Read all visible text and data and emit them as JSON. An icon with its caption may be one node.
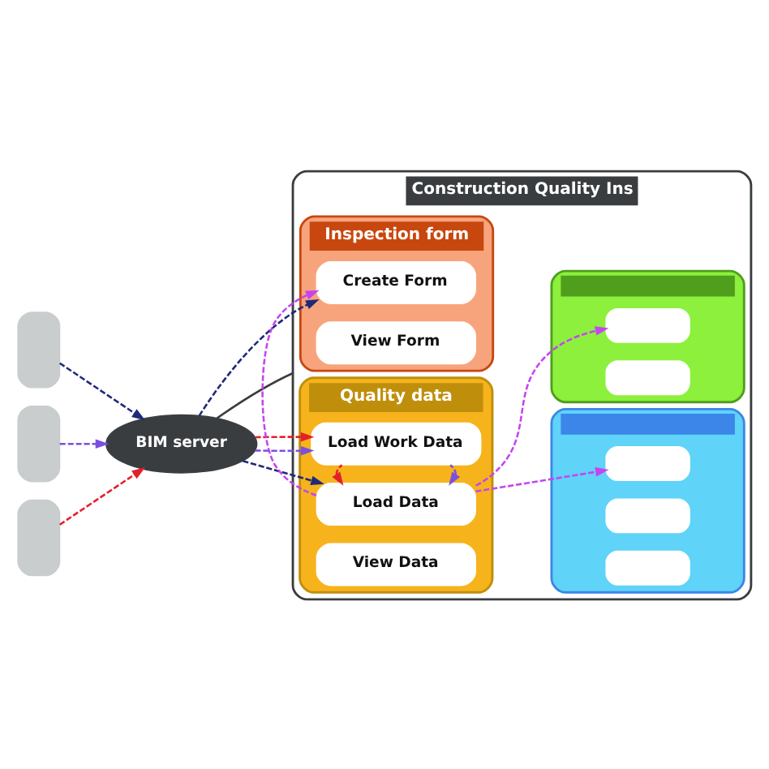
{
  "diagram": {
    "nodes": [
      {
        "text": [],
        "shape": "box"
      },
      {
        "text": [],
        "shape": "box"
      },
      {
        "text": [],
        "shape": "box"
      },
      {
        "text": [
          "BIM server"
        ]
      },
      {
        "text": [
          "Construction Quality Ins"
        ]
      },
      {
        "text": [
          "Inspection form"
        ],
        "in": 4
      },
      {
        "text": [
          "Create Form"
        ],
        "in": 5
      },
      {
        "text": [
          "View Form"
        ],
        "in": 5
      },
      {
        "text": [],
        "shape": "box",
        "in": 4
      },
      {
        "text": [],
        "shape": "box",
        "in": 8
      },
      {
        "text": [],
        "shape": "box",
        "in": 8
      },
      {
        "text": [],
        "shape": "box",
        "in": 8
      },
      {
        "text": [
          "Quality data"
        ],
        "in": 4
      },
      {
        "text": [
          "Load Work Data"
        ],
        "in": 12
      },
      {
        "text": [
          "Load Data"
        ],
        "in": 12
      },
      {
        "text": [
          "View Data"
        ],
        "in": 12
      },
      {
        "text": [],
        "shape": "box",
        "in": 4
      },
      {
        "text": [],
        "shape": "box",
        "in": 16
      },
      {
        "text": [],
        "shape": "box",
        "in": 16
      }
    ],
    "edges": [
      {
        "from": 0,
        "to": 3,
        "arrow": "to",
        "style": "dashed",
        "color": "#1f2a78"
      },
      {
        "from": 1,
        "to": 3,
        "arrow": "to",
        "style": "dashed",
        "color": "#7b4fe0"
      },
      {
        "from": 2,
        "to": 3,
        "arrow": "to",
        "style": "dashed",
        "color": "#e3202a"
      },
      {
        "from": 3,
        "to": 4,
        "arrow": "none",
        "color": "#3a3d40"
      },
      {
        "from": 3,
        "to": 6,
        "arrow": "to",
        "style": "dashed",
        "color": "#1f2a78"
      },
      {
        "from": 3,
        "to": 13,
        "arrow": "to",
        "style": "dashed",
        "color": "#7b4fe0"
      },
      {
        "from": 3,
        "to": 13,
        "arrow": "to",
        "style": "dashed",
        "color": "#e3202a"
      },
      {
        "from": 3,
        "to": 14,
        "arrow": "to",
        "style": "dashed",
        "color": "#1f2a78"
      },
      {
        "from": 13,
        "to": 14,
        "arrow": "to",
        "style": "dashed",
        "color": "#7b4fe0"
      },
      {
        "from": 13,
        "to": 14,
        "arrow": "to",
        "style": "dashed",
        "color": "#e3202a"
      },
      {
        "from": 14,
        "to": 6,
        "arrow": "to",
        "style": "dashed",
        "color": "#c545f0"
      },
      {
        "from": 14,
        "to": 9,
        "arrow": "to",
        "style": "dashed",
        "color": "#c545f0"
      },
      {
        "from": 14,
        "to": 17,
        "arrow": "to",
        "style": "dashed",
        "color": "#c545f0"
      }
    ]
  }
}
